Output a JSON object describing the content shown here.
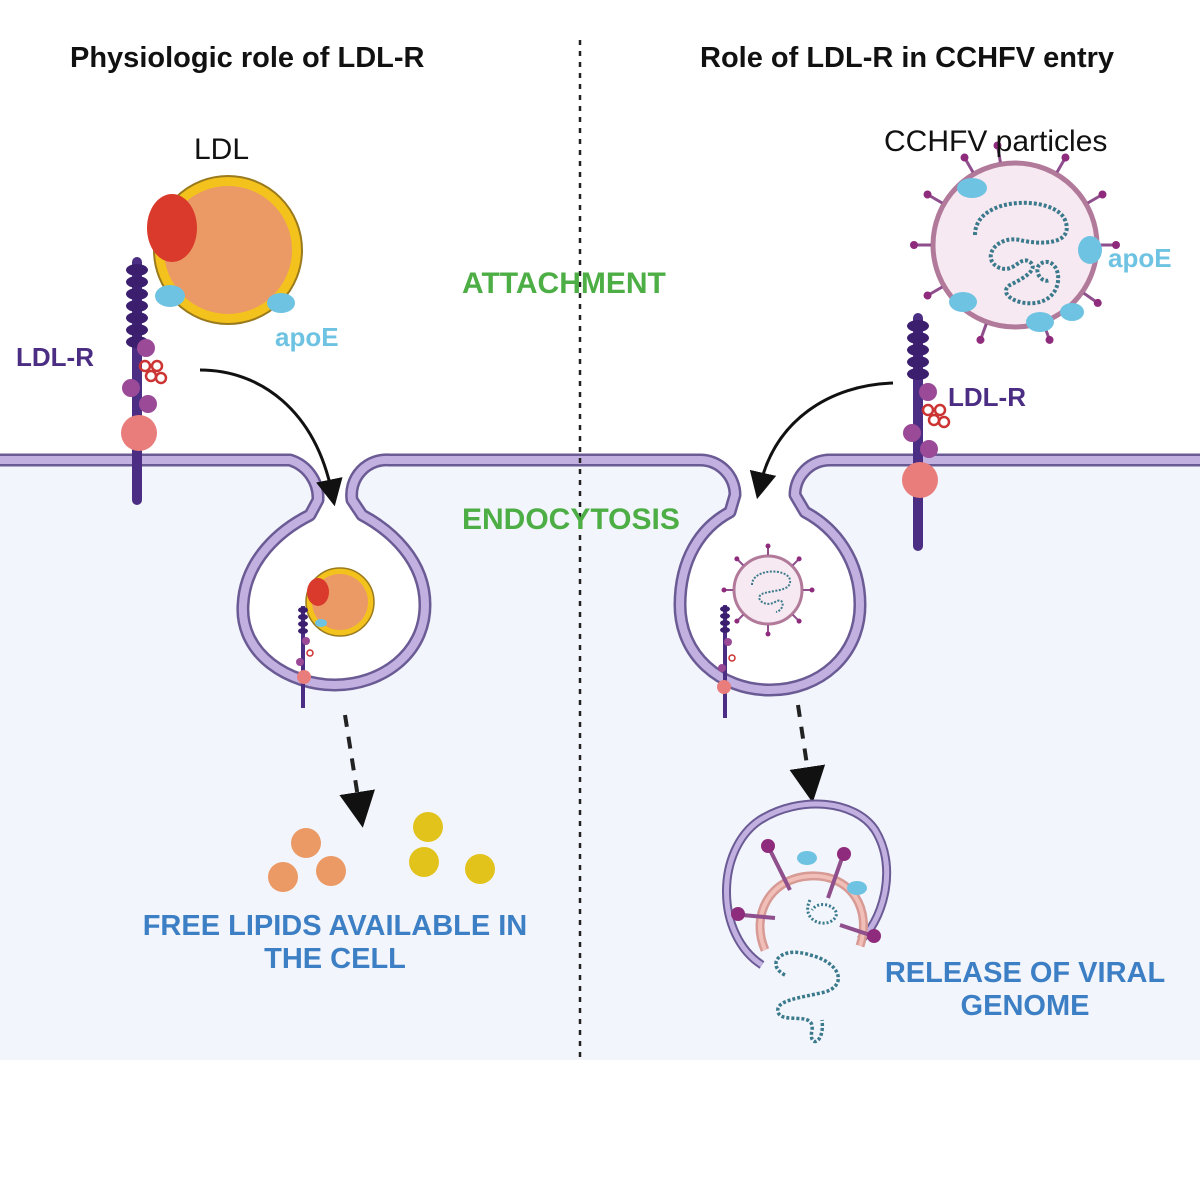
{
  "headings": {
    "left": "Physiologic role of LDL-R",
    "right": "Role of LDL-R in CCHFV entry"
  },
  "labels": {
    "ldl": "LDL",
    "ldlr_left": "LDL-R",
    "apoe_left": "apoE",
    "cchfv_particles": "CCHFV particles",
    "apoe_right": "apoE",
    "ldlr_right": "LDL-R"
  },
  "stages": {
    "attachment": "ATTACHMENT",
    "endocytosis": "ENDOCYTOSIS"
  },
  "outcomes": {
    "left_line1": "FREE LIPIDS AVAILABLE IN",
    "left_line2": "THE CELL",
    "right_line1": "RELEASE OF VIRAL",
    "right_line2": "GENOME"
  },
  "icons": [
    "ldl-particle-icon",
    "ldl-receptor-icon",
    "virus-particle-icon",
    "endosome-icon",
    "lipid-droplet-icon",
    "viral-genome-icon"
  ],
  "colors": {
    "membrane": "#b6a0d6",
    "cytoplasm": "#f2f5fc",
    "receptor": "#4b2e83",
    "ldl_core": "#eb9a66",
    "ldl_shell": "#f3c21c",
    "apoe": "#6fc3e2",
    "apob": "#d93a2b",
    "anchor": "#e97d7b",
    "virus_envelope": "#b27a9a",
    "genome": "#3b7a8c",
    "stage_text": "#4cae44",
    "outcome_text": "#3d7fc4"
  }
}
